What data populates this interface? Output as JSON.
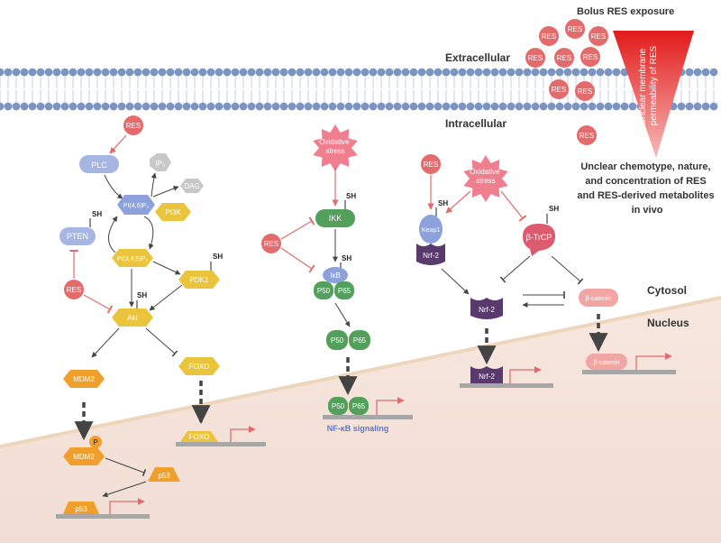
{
  "header": {
    "bolus": "Bolus RES exposure",
    "permeability_line1": "Unclear membrane",
    "permeability_line2": "permeability of RES",
    "extracellular": "Extracellular",
    "intracellular": "Intracellular",
    "cytosol": "Cytosol",
    "nucleus": "Nucleus",
    "unclear_line1": "Unclear chemotype, nature,",
    "unclear_line2": "and concentration of RES",
    "unclear_line3": "and RES-derived metabolites",
    "unclear_line4": "in vivo"
  },
  "res_label": "RES",
  "sh_label": "SH",
  "p_label": "P",
  "pathway1": {
    "plc": "PLC",
    "ip3": "IP₃",
    "dag": "DAG",
    "pip2": "PI(4,5)P₂",
    "pip3": "PI(3,4,5)P₃",
    "pi3k": "PI3K",
    "pten": "PTEN",
    "pdk1": "PDK1",
    "akt": "Akt",
    "mdm2": "MDM2",
    "foxo": "FOXO",
    "p53": "p53"
  },
  "pathway2": {
    "oxidative_line1": "Oxidative",
    "oxidative_line2": "stress",
    "ikk": "IKK",
    "ikb": "IκB",
    "p50": "P50",
    "p65": "P65",
    "nfkb": "NF-κB signaling"
  },
  "pathway3": {
    "keap1": "Keap1",
    "nrf2": "Nrf-2",
    "btrcp": "β-TrCP",
    "bcatenin": "β-catenin"
  },
  "colors": {
    "membrane_head": "#7b94c2",
    "res_circle": "#e36b6b",
    "nucleus_fill": "#f3e1d9",
    "akt_yellow": "#e9c43c",
    "mdm2_orange": "#f0a02a",
    "nfkb_green": "#52a05c",
    "nrf2_purple": "#5a3a6e",
    "btrcp_pink": "#dd5b6e",
    "bcatenin_pink": "#f2a6a4"
  }
}
